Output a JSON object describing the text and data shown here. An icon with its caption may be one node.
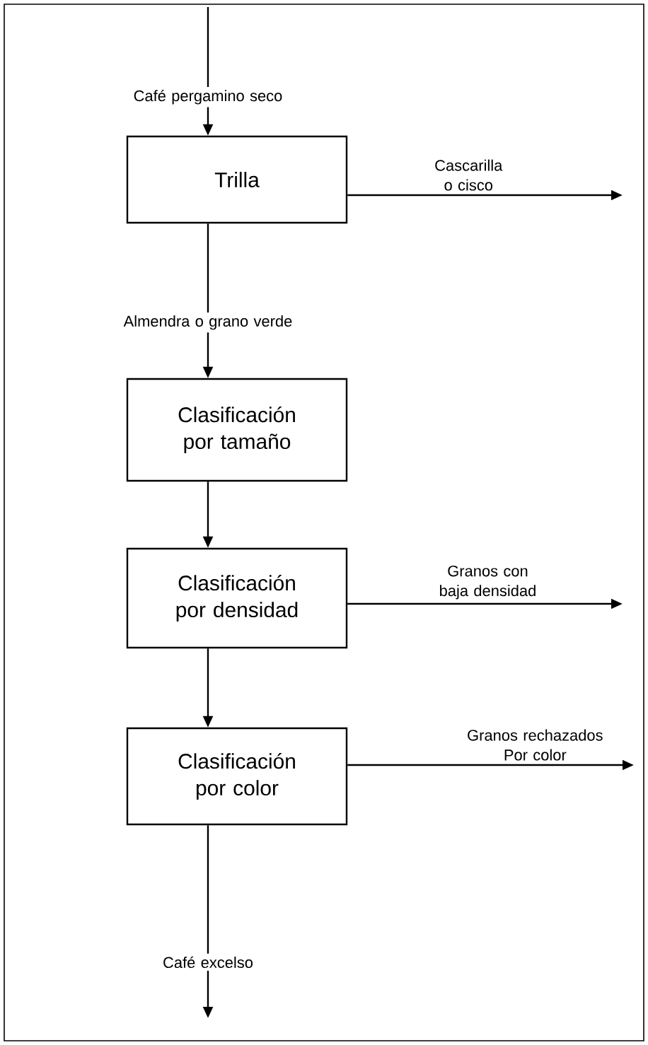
{
  "diagram": {
    "nodes": [
      {
        "text": [
          "Trilla"
        ]
      },
      {
        "text": [
          "Clasificación por tamaño"
        ]
      },
      {
        "text": [
          "Clasificación por densidad"
        ]
      },
      {
        "text": [
          "Clasificación por color"
        ]
      }
    ],
    "edges": [
      {
        "from": null,
        "to": 0,
        "arrow": "to",
        "label": "Café pergamino seco"
      },
      {
        "from": 0,
        "to": null,
        "arrow": "to",
        "label": "Cascarilla o cisco"
      },
      {
        "from": 0,
        "to": 1,
        "arrow": "to",
        "label": "Almendra o grano verde"
      },
      {
        "from": 1,
        "to": 2,
        "arrow": "to"
      },
      {
        "from": 2,
        "to": null,
        "arrow": "to",
        "label": "Granos con baja densidad"
      },
      {
        "from": 2,
        "to": 3,
        "arrow": "to"
      },
      {
        "from": 3,
        "to": null,
        "arrow": "to",
        "label": "Granos rechazados Por color"
      },
      {
        "from": 3,
        "to": null,
        "arrow": "to",
        "label": "Café excelso"
      }
    ]
  }
}
